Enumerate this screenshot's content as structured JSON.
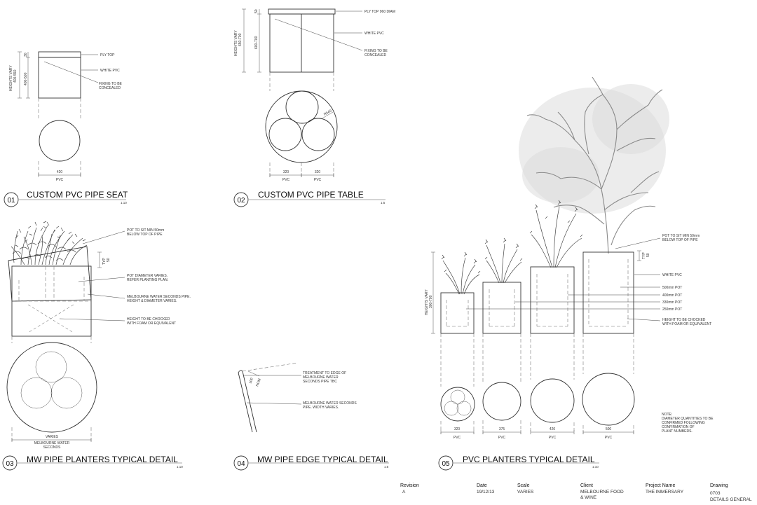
{
  "details": {
    "d01": {
      "number": "01",
      "title": "CUSTOM PVC PIPE SEAT",
      "scale": "1:10",
      "callouts": [
        "PLY TOP",
        "WHITE PVC",
        "FIXING TO BE",
        "CONCEALED"
      ],
      "dims": {
        "height_label": "HEIGHTS VARY",
        "height_range": "400-550",
        "height_sub": "400-500",
        "top": "30",
        "width": "420",
        "material": "PVC"
      }
    },
    "d02": {
      "number": "02",
      "title": "CUSTOM PVC PIPE TABLE",
      "scale": "1:5",
      "callouts": [
        "PLY TOP 960 DIAM",
        "WHITE PVC",
        "FIXING TO BE",
        "CONCEALED"
      ],
      "dims": {
        "height_label": "HEIGHTS VARY",
        "height_range": "650-700",
        "height_sub": "600-700",
        "top": "50",
        "left_width": "320",
        "right_width": "320",
        "mat_left": "PVC",
        "mat_right": "PVC",
        "diag": "R540"
      }
    },
    "d03": {
      "number": "03",
      "title": "MW PIPE PLANTERS TYPICAL DETAIL",
      "scale": "1:10",
      "callouts": [
        "POT TO SIT MIN 50mm",
        "BELOW TOP OF PIPE",
        "POT DIAMETER VARIES.",
        "REFER PLANTING PLAN.",
        "MELBOURNE WATER SECONDS PIPE.",
        "HEIGHT & DIAMETER VARIES.",
        "HEIGHT TO BE CHOCKED",
        "WITH FOAM OR EQUIVALENT"
      ],
      "dims": {
        "top": "50",
        "top_label": "TYP",
        "width": "VARIES",
        "material_1": "MELBOURNE WATER",
        "material_2": "SECONDS"
      }
    },
    "d04": {
      "number": "04",
      "title": "MW PIPE EDGE TYPICAL DETAIL",
      "scale": "1:5",
      "callouts": [
        "TREATMENT TO EDGE OF",
        "MELBOURNE WATER",
        "SECONDS PIPE TBC",
        "MELBOURNE WATER SECONDS",
        "PIPE. WIDTH VARIES."
      ],
      "dims": {
        "edge": "100",
        "edge_label": "NOM"
      }
    },
    "d05": {
      "number": "05",
      "title": "PVC PLANTERS TYPICAL DETAIL",
      "scale": "1:10",
      "callouts": [
        "POT TO SIT MIN 50mm",
        "BELOW TOP OF PIPE",
        "WHITE PVC",
        "500mm POT",
        "400mm POT",
        "330mm POT",
        "250mm POT",
        "HEIGHT TO BE CHOCKED",
        "WITH FOAM OR EQUIVALENT"
      ],
      "dims": {
        "height_label": "HEIGHTS VARY",
        "height_range": "300-700",
        "top": "50",
        "top_label": "TYP",
        "widths": [
          "320",
          "375",
          "420",
          "500"
        ],
        "material": "PVC"
      },
      "note": [
        "NOTE:",
        "DIAMETER QUANTITIES TO BE",
        "CONFIRMED FOLLOWING",
        "CONFIRMATION OF",
        "PLANT NUMBERS."
      ]
    }
  },
  "title_block": {
    "revision_label": "Revision",
    "revision": "A",
    "date_label": "Date",
    "date": "19/12/13",
    "scale_label": "Scale",
    "scale": "VARIES",
    "client_label": "Client",
    "client_1": "MELBOURNE FOOD",
    "client_2": "& WINE",
    "project_label": "Project Name",
    "project": "THE IMMERSARY",
    "drawing_label": "Drawing",
    "drawing_no": "0703",
    "drawing_name": "DETAILS GENERAL"
  }
}
